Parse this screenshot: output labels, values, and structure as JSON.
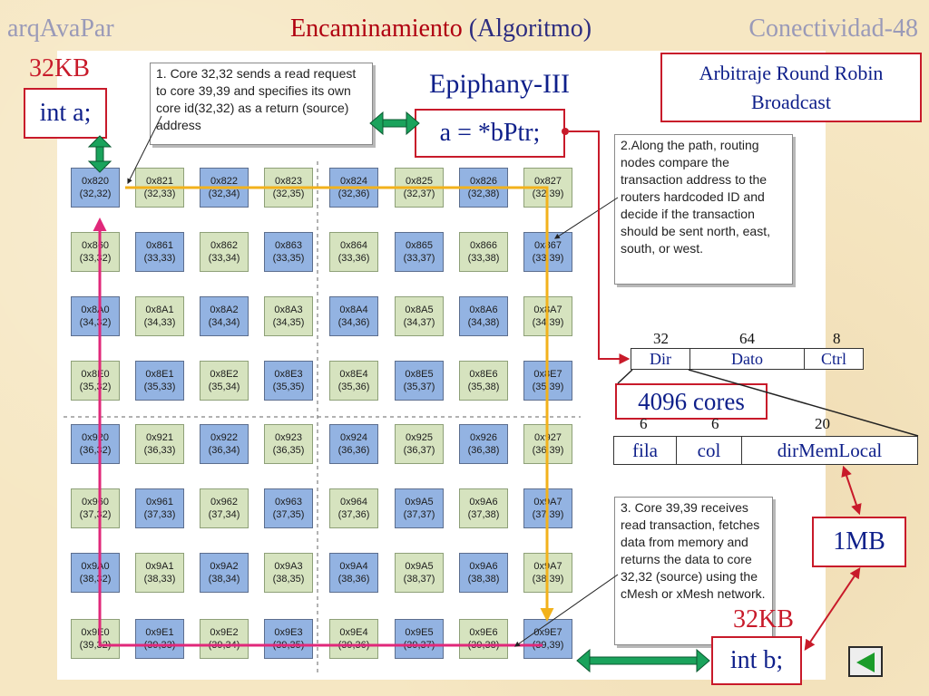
{
  "header": {
    "left": "arqAvaPar",
    "center_main": "Encaminamiento ",
    "center_paren_open": "(",
    "center_word": "Algoritmo",
    "center_paren_close": ")",
    "right": "Conectividad-48"
  },
  "labels": {
    "size_top": "32KB",
    "var_top": "int a;",
    "chip": "Epiphany-III",
    "ptr": "a = *bPtr;",
    "arb_line1": "Arbitraje Round Robin",
    "arb_line2": "Broadcast",
    "cores": "4096 cores",
    "mem": "1MB",
    "size_bottom": "32KB",
    "var_bottom": "int b;"
  },
  "notes": {
    "step1": "1. Core 32,32 sends a read request to core 39,39 and specifies its own core id(32,32) as a return (source) address",
    "step2": "2.Along the path, routing nodes compare the transaction address to the routers hardcoded ID and decide if the transaction should be sent north, east, south, or west.",
    "step3": "3. Core 39,39 receives read transaction, fetches data from memory and returns the data to core 32,32 (source) using the cMesh or xMesh network."
  },
  "packet": {
    "widths": [
      "32",
      "64",
      "8"
    ],
    "fields": [
      "Dir",
      "Dato",
      "Ctrl"
    ]
  },
  "address": {
    "widths": [
      "6",
      "6",
      "20"
    ],
    "fields": [
      "fila",
      "col",
      "dirMemLocal"
    ]
  },
  "grid": {
    "rows": [
      [
        [
          "0x820",
          "(32,32)"
        ],
        [
          "0x821",
          "(32,33)"
        ],
        [
          "0x822",
          "(32,34)"
        ],
        [
          "0x823",
          "(32,35)"
        ],
        [
          "0x824",
          "(32,36)"
        ],
        [
          "0x825",
          "(32,37)"
        ],
        [
          "0x826",
          "(32,38)"
        ],
        [
          "0x827",
          "(32,39)"
        ]
      ],
      [
        [
          "0x860",
          "(33,32)"
        ],
        [
          "0x861",
          "(33,33)"
        ],
        [
          "0x862",
          "(33,34)"
        ],
        [
          "0x863",
          "(33,35)"
        ],
        [
          "0x864",
          "(33,36)"
        ],
        [
          "0x865",
          "(33,37)"
        ],
        [
          "0x866",
          "(33,38)"
        ],
        [
          "0x867",
          "(33,39)"
        ]
      ],
      [
        [
          "0x8A0",
          "(34,32)"
        ],
        [
          "0x8A1",
          "(34,33)"
        ],
        [
          "0x8A2",
          "(34,34)"
        ],
        [
          "0x8A3",
          "(34,35)"
        ],
        [
          "0x8A4",
          "(34,36)"
        ],
        [
          "0x8A5",
          "(34,37)"
        ],
        [
          "0x8A6",
          "(34,38)"
        ],
        [
          "0x8A7",
          "(34,39)"
        ]
      ],
      [
        [
          "0x8E0",
          "(35,32)"
        ],
        [
          "0x8E1",
          "(35,33)"
        ],
        [
          "0x8E2",
          "(35,34)"
        ],
        [
          "0x8E3",
          "(35,35)"
        ],
        [
          "0x8E4",
          "(35,36)"
        ],
        [
          "0x8E5",
          "(35,37)"
        ],
        [
          "0x8E6",
          "(35,38)"
        ],
        [
          "0x8E7",
          "(35,39)"
        ]
      ],
      [
        [
          "0x920",
          "(36,32)"
        ],
        [
          "0x921",
          "(36,33)"
        ],
        [
          "0x922",
          "(36,34)"
        ],
        [
          "0x923",
          "(36,35)"
        ],
        [
          "0x924",
          "(36,36)"
        ],
        [
          "0x925",
          "(36,37)"
        ],
        [
          "0x926",
          "(36,38)"
        ],
        [
          "0x927",
          "(36,39)"
        ]
      ],
      [
        [
          "0x960",
          "(37,32)"
        ],
        [
          "0x961",
          "(37,33)"
        ],
        [
          "0x962",
          "(37,34)"
        ],
        [
          "0x963",
          "(37,35)"
        ],
        [
          "0x964",
          "(37,36)"
        ],
        [
          "0x9A5",
          "(37,37)"
        ],
        [
          "0x9A6",
          "(37,38)"
        ],
        [
          "0x9A7",
          "(37,39)"
        ]
      ],
      [
        [
          "0x9A0",
          "(38,32)"
        ],
        [
          "0x9A1",
          "(38,33)"
        ],
        [
          "0x9A2",
          "(38,34)"
        ],
        [
          "0x9A3",
          "(38,35)"
        ],
        [
          "0x9A4",
          "(38,36)"
        ],
        [
          "0x9A5",
          "(38,37)"
        ],
        [
          "0x9A6",
          "(38,38)"
        ],
        [
          "0x9A7",
          "(38,39)"
        ]
      ],
      [
        [
          "0x9E0",
          "(39,32)"
        ],
        [
          "0x9E1",
          "(39,33)"
        ],
        [
          "0x9E2",
          "(39,34)"
        ],
        [
          "0x9E3",
          "(39,35)"
        ],
        [
          "0x9E4",
          "(39,36)"
        ],
        [
          "0x9E5",
          "(39,37)"
        ],
        [
          "0x9E6",
          "(39,38)"
        ],
        [
          "0x9E7",
          "(39,39)"
        ]
      ]
    ]
  },
  "colors": {
    "core_blue": "#93b3e2",
    "core_green": "#d6e3bf",
    "request_path": "#f2b21c",
    "return_path": "#e0287a",
    "bidirectional_arrow": "#1aa35c",
    "link_red": "#c81a2a"
  },
  "icons": {
    "nav": "back-triangle-icon"
  }
}
